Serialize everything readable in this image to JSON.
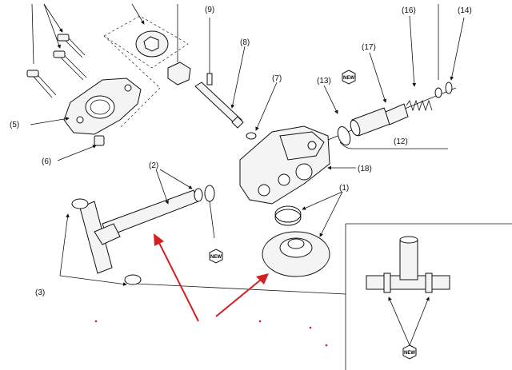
{
  "labels": {
    "l1": "(1)",
    "l2": "(2)",
    "l3": "(3)",
    "l5": "(5)",
    "l6": "(6)",
    "l7": "(7)",
    "l8": "(8)",
    "l9": "(9)",
    "l12": "(12)",
    "l13": "(13)",
    "l14": "(14)",
    "l16": "(16)",
    "l17": "(17)",
    "l18": "(18)"
  },
  "symbols": {
    "new_part_symbol": "NEW"
  },
  "colors": {
    "annotation_arrows": "#d42020",
    "line_art": "#111111",
    "background": "#ffffff"
  }
}
